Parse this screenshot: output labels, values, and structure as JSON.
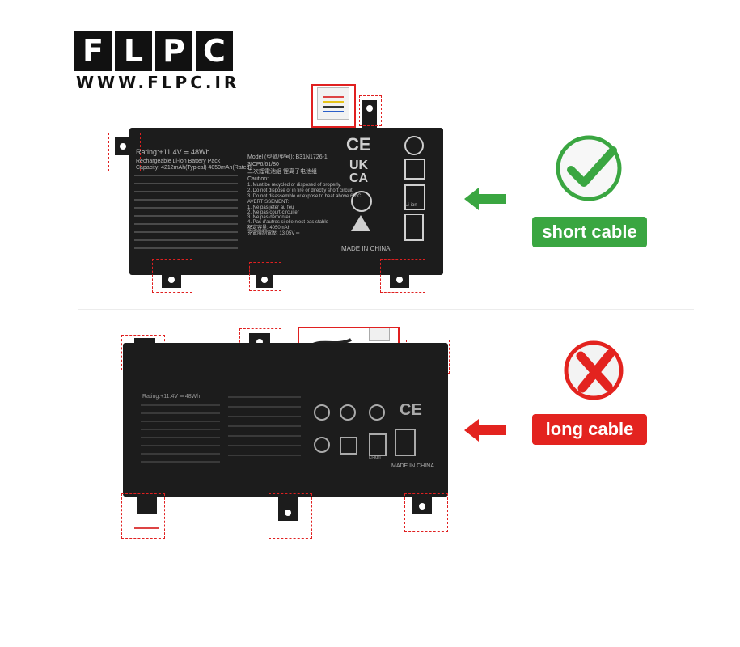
{
  "logo": {
    "letters": [
      "F",
      "L",
      "P",
      "C"
    ],
    "url": "WWW.FLPC.IR"
  },
  "top_battery": {
    "rating": "Rating:+11.4V ═ 48Wh",
    "type": "Rechargeable Li-ion Battery Pack",
    "capacity": "Capacity: 4212mAh(Typical) 4050mAh(Rated)",
    "model": "Model (型號/型号): B31N1726-1",
    "cells": "3ICP6/61/80",
    "cn": "二次鋰電池組      锂离子电池组",
    "caution": "Caution:",
    "warnings": [
      "1. Must be recycled or disposed of properly.",
      "2. Do not dispose of in fire or directly short circuit.",
      "3. Do not disassemble or expose to heat above 60°C."
    ],
    "avertissement": "AVERTISSEMENT:",
    "warnings_fr": [
      "1. Ne pas jeter au feu",
      "2. Ne pas court-circuiter",
      "3. Ne pas démonter",
      "4. Pas d'autres si elle n'est pas stable"
    ],
    "rated_cn": "額定容量: 4050mAh",
    "limit_cn": "充電限制電壓: 13.05V ═",
    "made_in": "MADE IN CHINA",
    "marks": [
      "CE",
      "UK",
      "CA",
      "Li-ion"
    ]
  },
  "bottom_battery": {
    "rating": "Rating:+11.4V ═ 48Wh",
    "made_in": "MADE IN CHINA",
    "marks": [
      "CE",
      "Li-ion"
    ]
  },
  "labels": {
    "short": "short cable",
    "long": "long cable"
  },
  "colors": {
    "green": "#3aa641",
    "red": "#e3231f",
    "battery": "#1c1c1c"
  }
}
